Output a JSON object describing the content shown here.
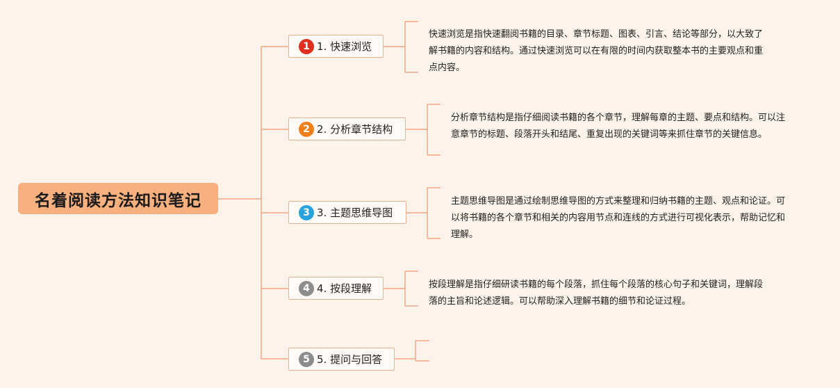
{
  "root": {
    "title": "名着阅读方法知识笔记"
  },
  "branches": [
    {
      "num": "1",
      "label": "1. 快速浏览",
      "color": "#e02f1f",
      "note": "快速浏览是指快速翻阅书籍的目录、章节标题、图表、引言、结论等部分，以大致了解书籍的内容和结构。通过快速浏览可以在有限的时间内获取整本书的主要观点和重点内容。"
    },
    {
      "num": "2",
      "label": "2. 分析章节结构",
      "color": "#ef7f1a",
      "note": "分析章节结构是指仔细阅读书籍的各个章节，理解每章的主题、要点和结构。可以注意章节的标题、段落开头和结尾、重复出现的关键词等来抓住章节的关键信息。"
    },
    {
      "num": "3",
      "label": "3. 主题思维导图",
      "color": "#2aa2dc",
      "note": "主题思维导图是通过绘制思维导图的方式来整理和归纳书籍的主题、观点和论证。可以将书籍的各个章节和相关的内容用节点和连线的方式进行可视化表示，帮助记忆和理解。"
    },
    {
      "num": "4",
      "label": "4. 按段理解",
      "color": "#8c8c8c",
      "note": "按段理解是指仔细研读书籍的每个段落，抓住每个段落的核心句子和关键词，理解段落的主旨和论述逻辑。可以帮助深入理解书籍的细节和论证过程。"
    },
    {
      "num": "5",
      "label": "5. 提问与回答",
      "color": "#8c8c8c",
      "note": ""
    }
  ]
}
